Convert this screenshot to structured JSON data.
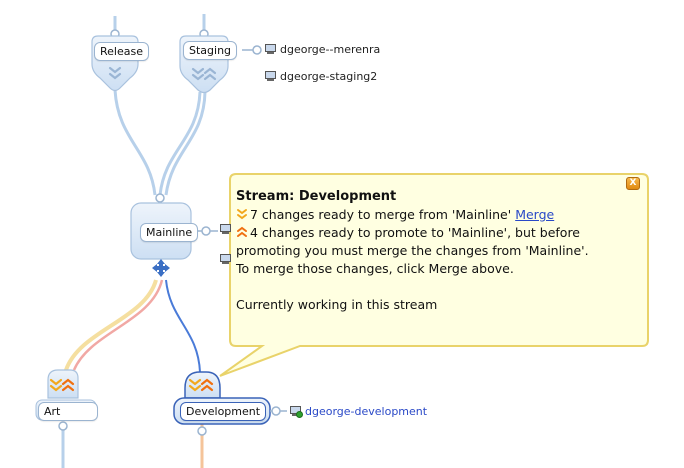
{
  "colors": {
    "node_fill": "#dbe8f7",
    "node_stroke": "#a9c2de",
    "active_stroke": "#3a63b8",
    "merge_arrow": "#f2a81c",
    "promote_arrow": "#f07010",
    "pending_arrow": "#9ab5d4",
    "line_blue": "#b7d0ea",
    "line_active": "#4a7bd8",
    "line_yellow": "#f5dfa0",
    "line_pink": "#f1a8a4",
    "tooltip_bg": "#ffffe1",
    "tooltip_border": "#e9d36a"
  },
  "streams": {
    "release": {
      "label": "Release"
    },
    "staging": {
      "label": "Staging"
    },
    "mainline": {
      "label": "Mainline"
    },
    "art": {
      "label": "Art"
    },
    "development": {
      "label": "Development"
    }
  },
  "workspaces": {
    "staging_1": "dgeorge--merenra",
    "staging_2": "dgeorge-staging2",
    "development": "dgeorge-development"
  },
  "tooltip": {
    "title": "Stream: Development",
    "merge_text": "7 changes ready to merge from 'Mainline'",
    "merge_link": "Merge",
    "promote_text_1": "4 changes ready to promote to 'Mainline', but before",
    "promote_text_2": "promoting you must merge the changes from 'Mainline'.",
    "promote_text_3": "To merge those changes, click Merge above.",
    "status": "Currently working in this stream",
    "close_label": "X"
  }
}
